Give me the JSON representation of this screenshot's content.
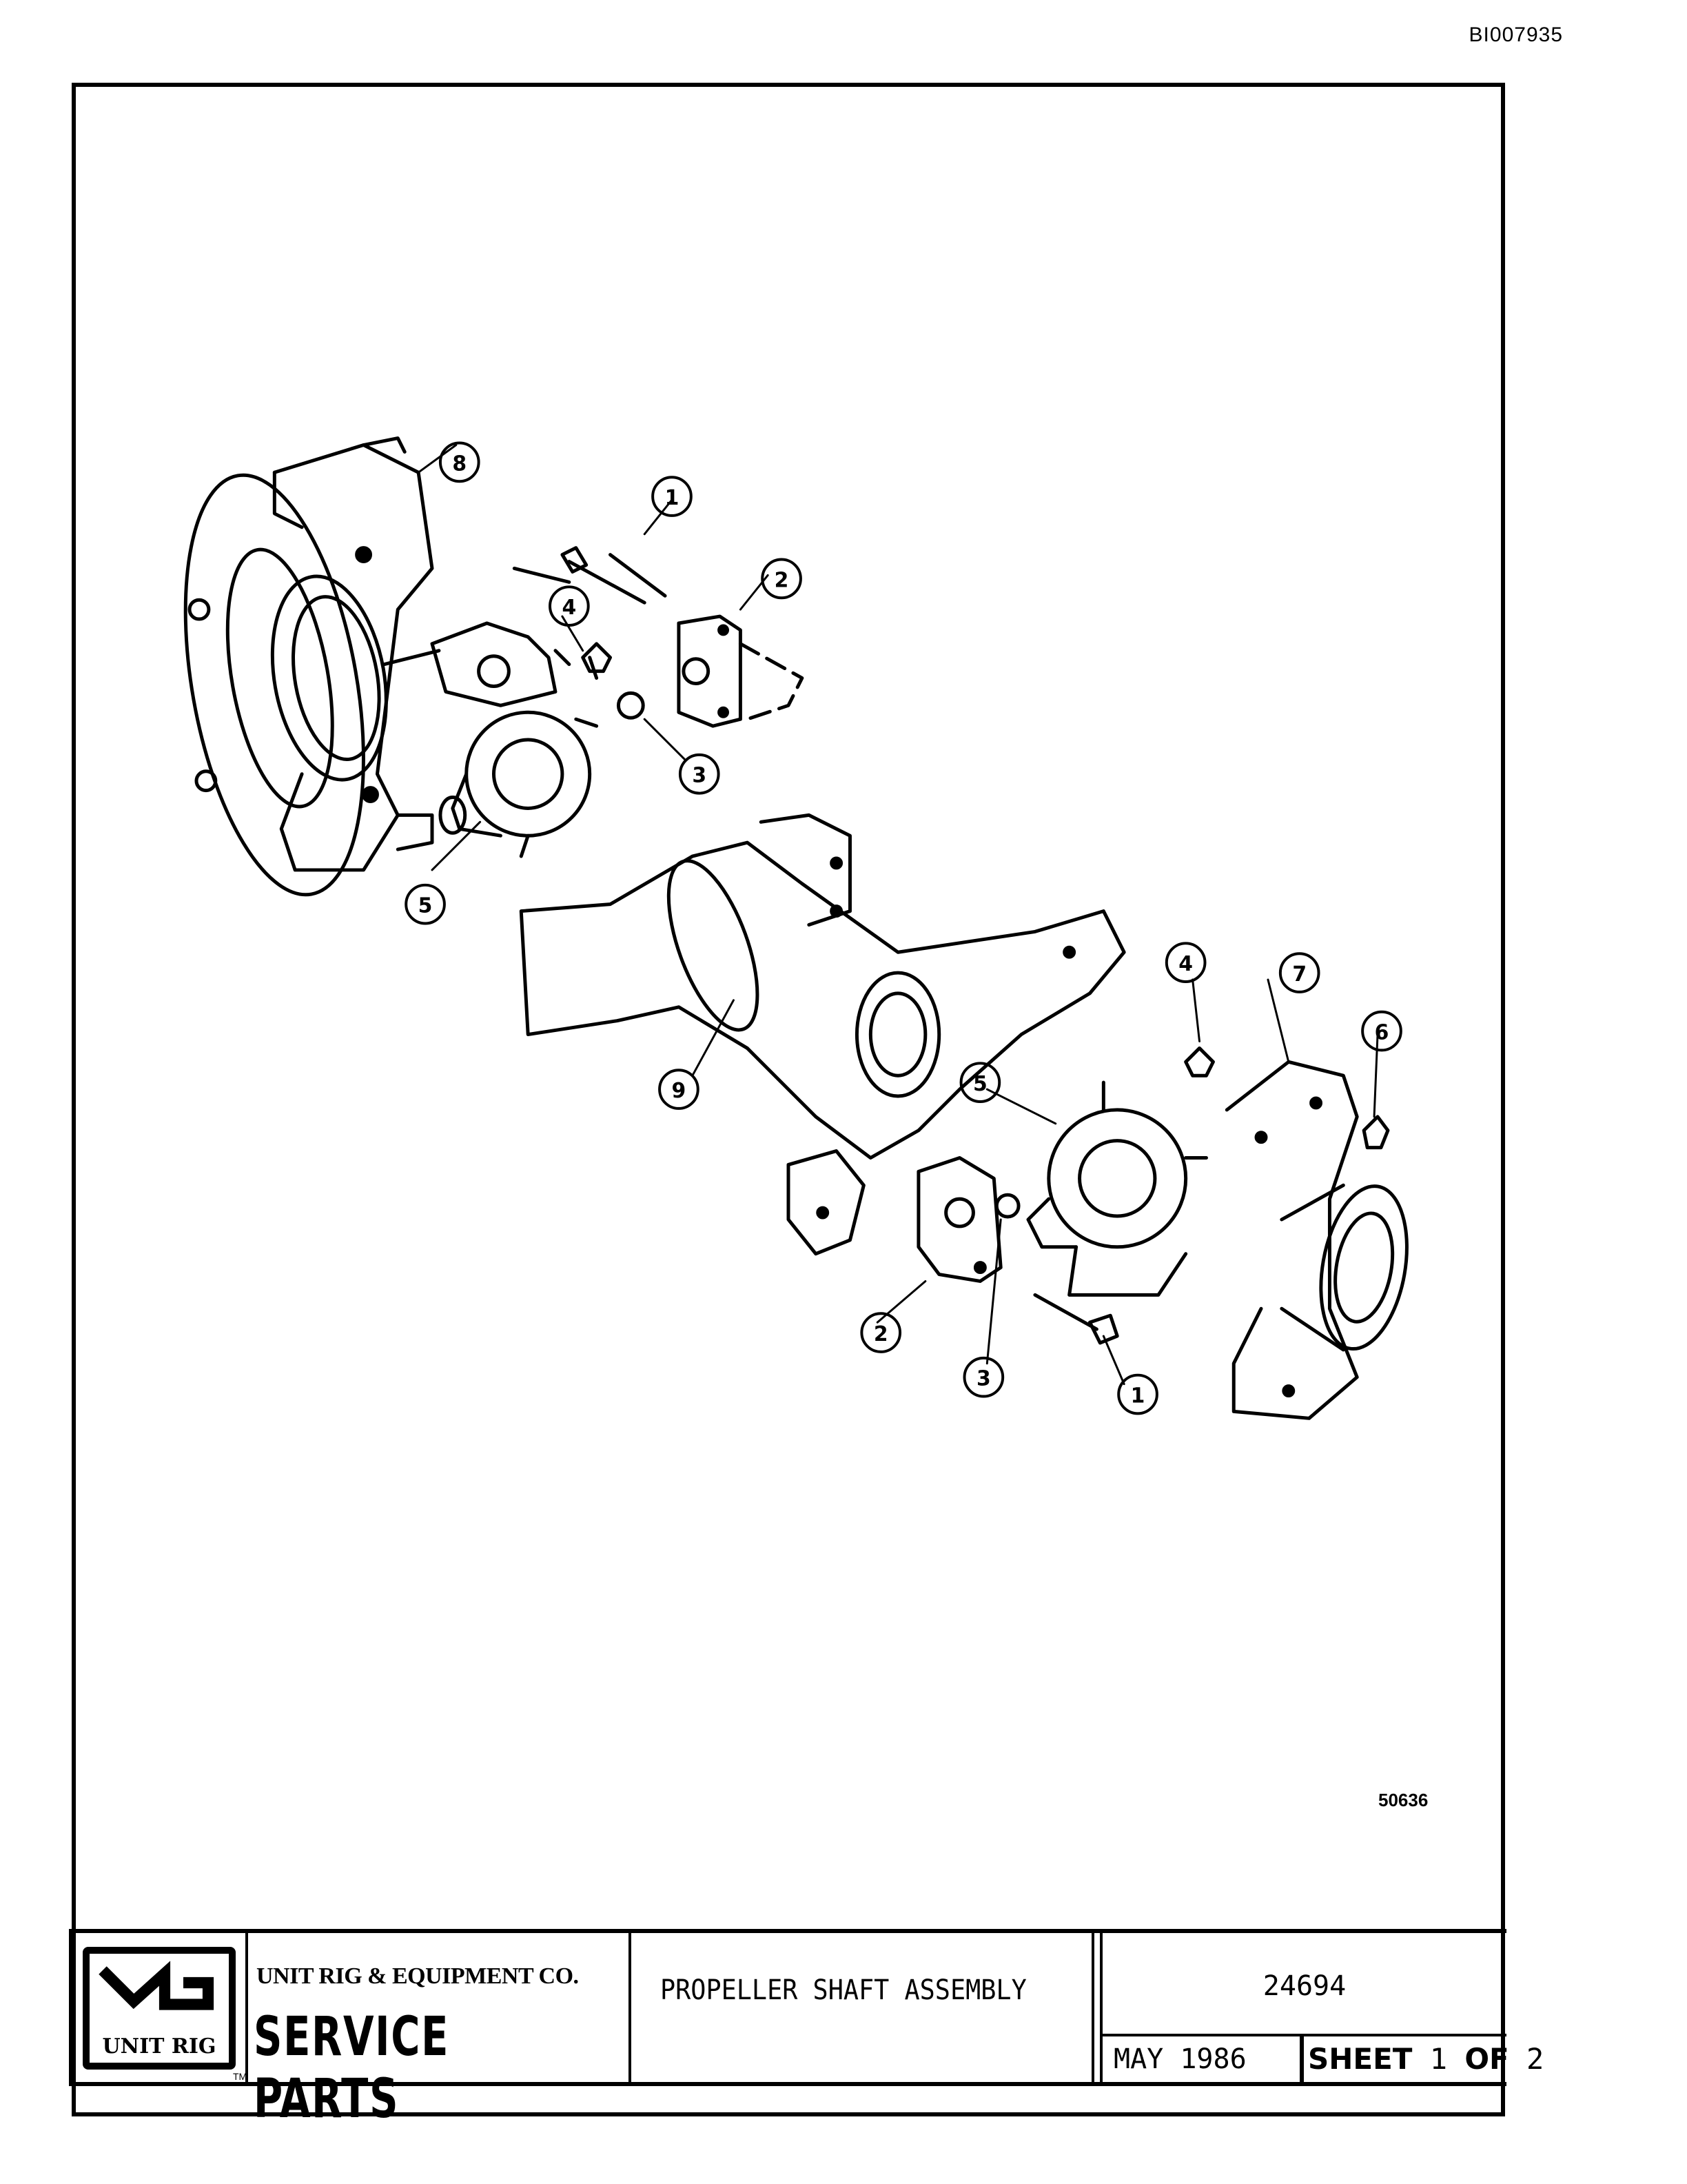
{
  "document_id": "BI007935",
  "drawing_number": "50636",
  "callouts": [
    "8",
    "1",
    "2",
    "4",
    "3",
    "5",
    "9",
    "4",
    "7",
    "6",
    "5",
    "2",
    "3",
    "1"
  ],
  "title_block": {
    "logo_text": "UNIT RIG",
    "trademark": "TM",
    "company": "UNIT RIG & EQUIPMENT CO.",
    "service_parts": "SERVICE PARTS",
    "title": "PROPELLER SHAFT ASSEMBLY",
    "part_number": "24694",
    "date": "MAY 1986",
    "sheet_label": "SHEET",
    "sheet_number": "1",
    "of_label": "OF",
    "sheet_total": "2"
  }
}
